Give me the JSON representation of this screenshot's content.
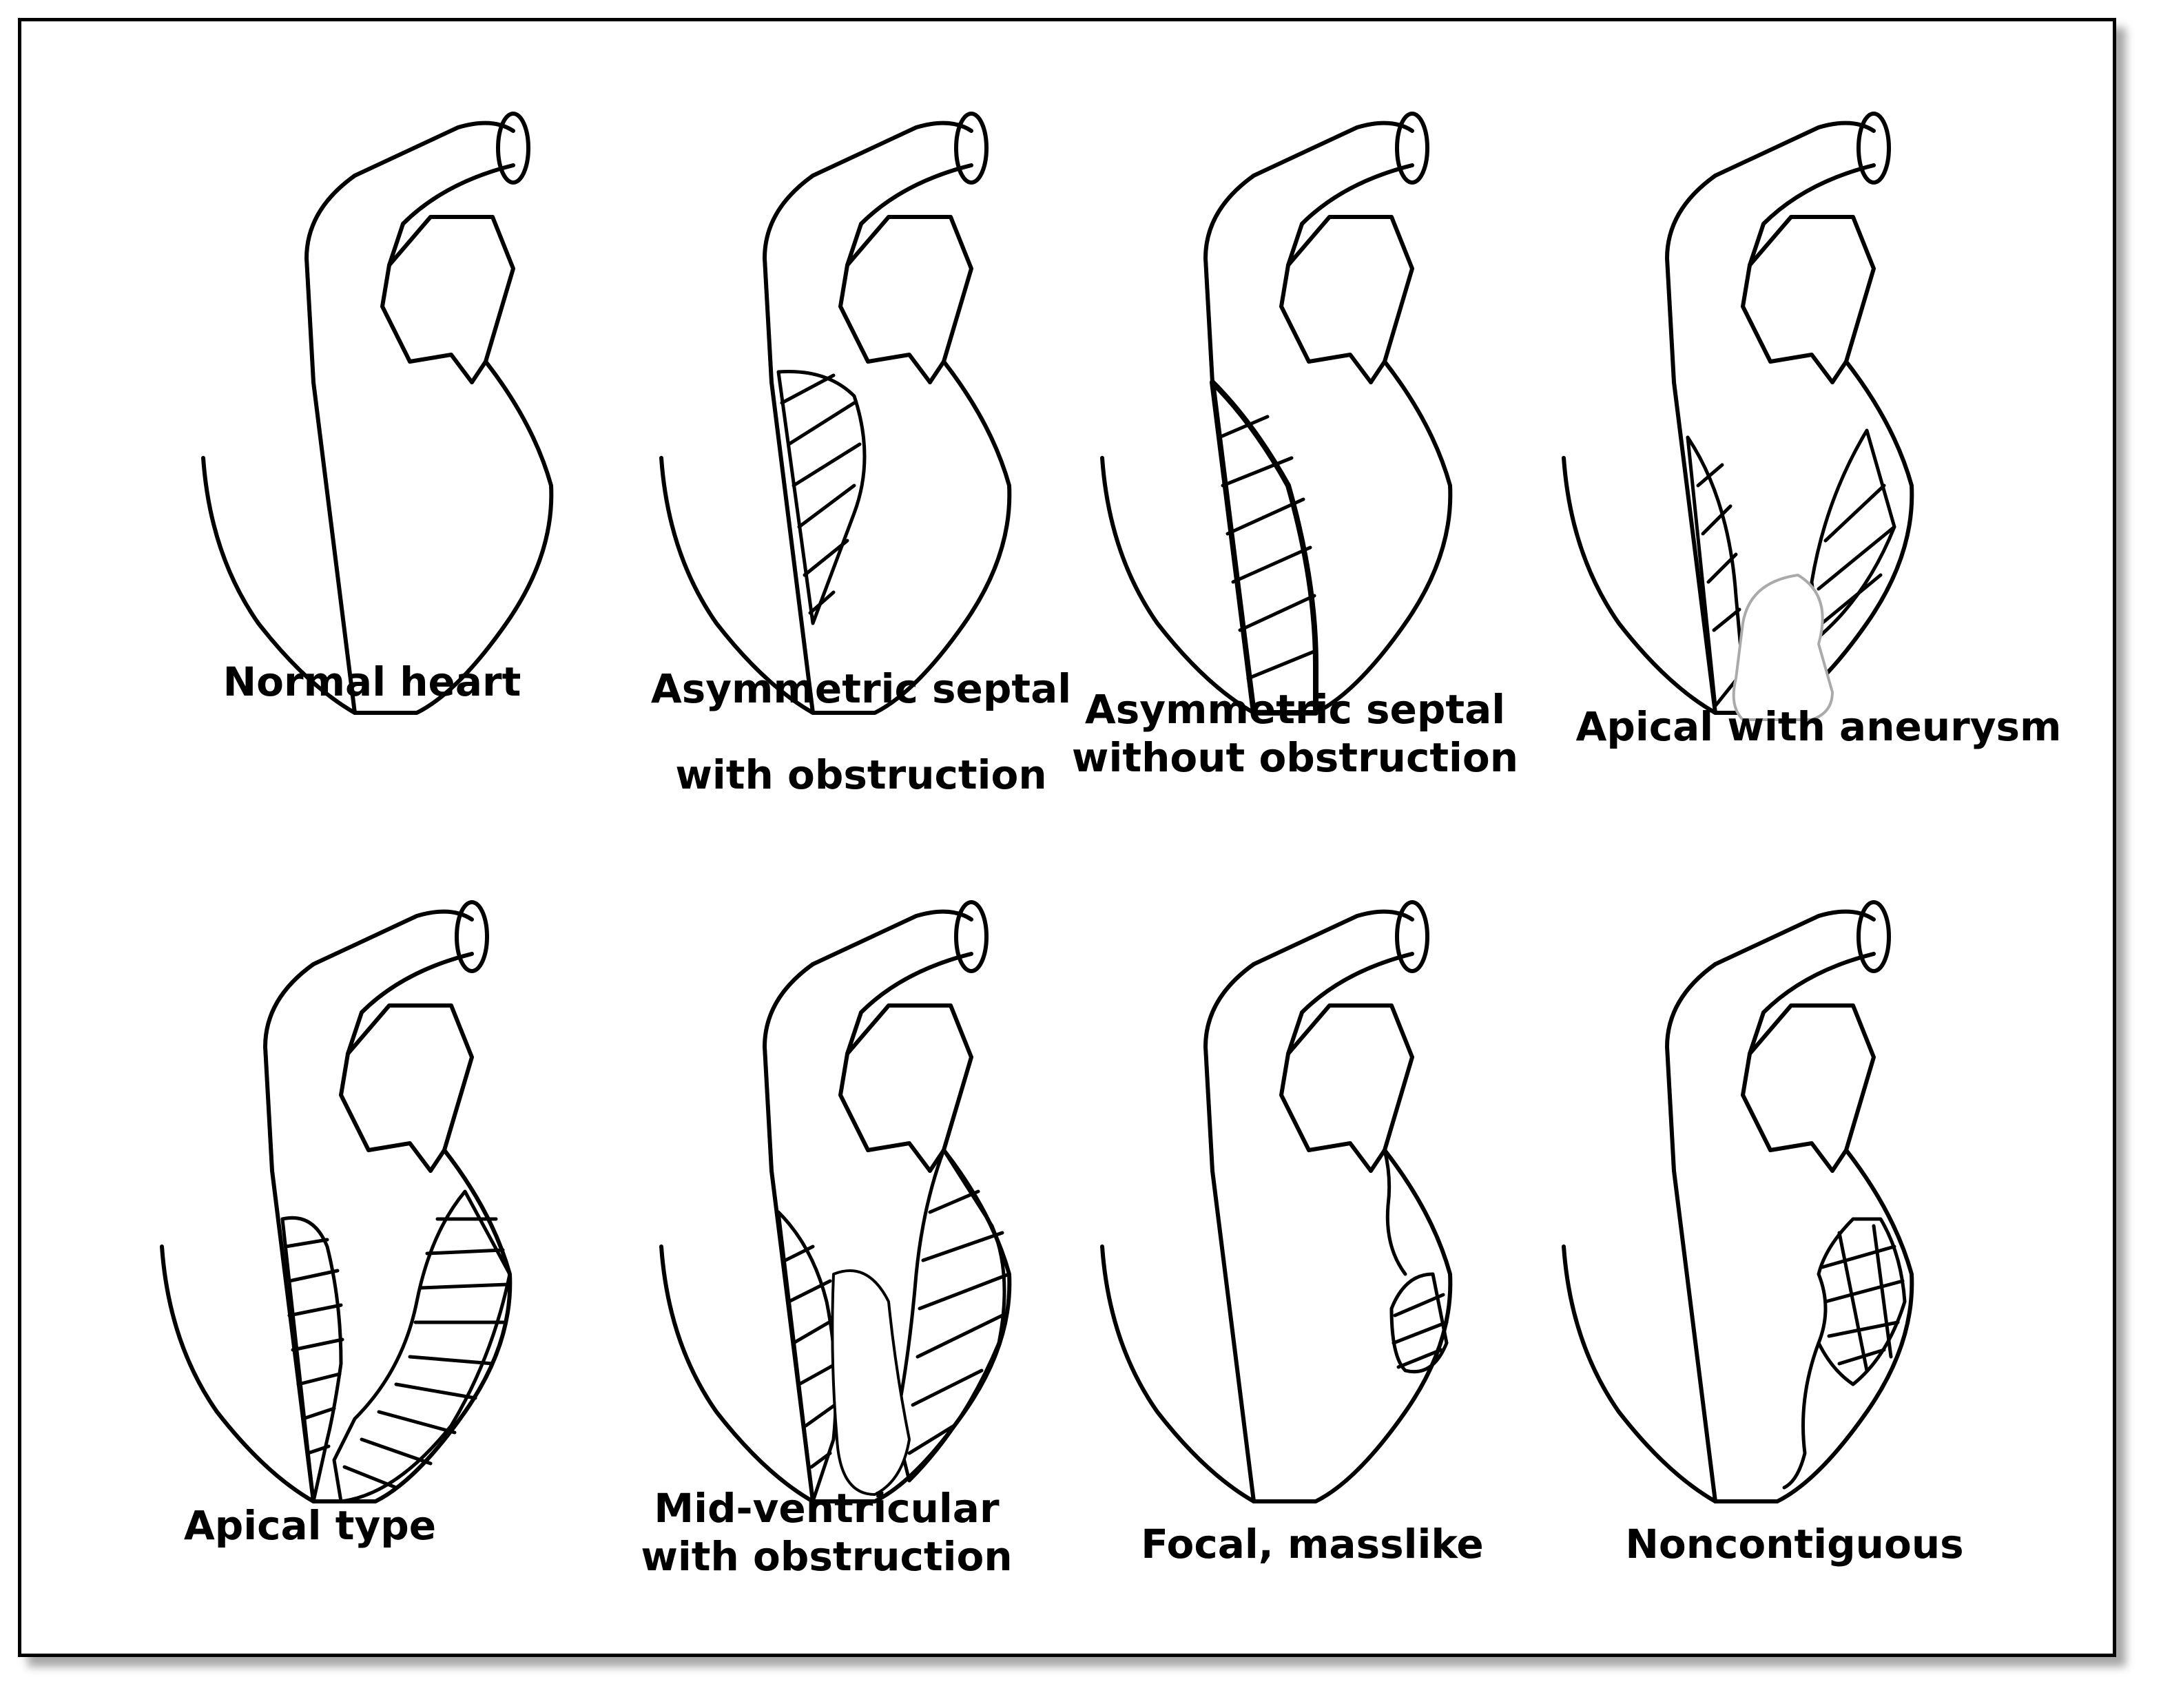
{
  "panels": [
    {
      "id": "normal-heart",
      "lines": [
        "Normal heart"
      ]
    },
    {
      "id": "asymmetric-septal-with-obstruction",
      "lines": [
        "Asymmetric septal",
        "with obstruction"
      ]
    },
    {
      "id": "asymmetric-septal-without-obstruction",
      "lines": [
        "Asymmetric septal",
        "without obstruction"
      ]
    },
    {
      "id": "apical-with-aneurysm",
      "lines": [
        "Apical with aneurysm"
      ]
    },
    {
      "id": "apical-type",
      "lines": [
        "Apical type"
      ]
    },
    {
      "id": "mid-ventricular-with-obstruction",
      "lines": [
        "Mid-ventricular",
        "with  obstruction"
      ]
    },
    {
      "id": "focal-masslike",
      "lines": [
        "Focal, masslike"
      ]
    },
    {
      "id": "noncontiguous",
      "lines": [
        "Noncontiguous"
      ]
    }
  ]
}
